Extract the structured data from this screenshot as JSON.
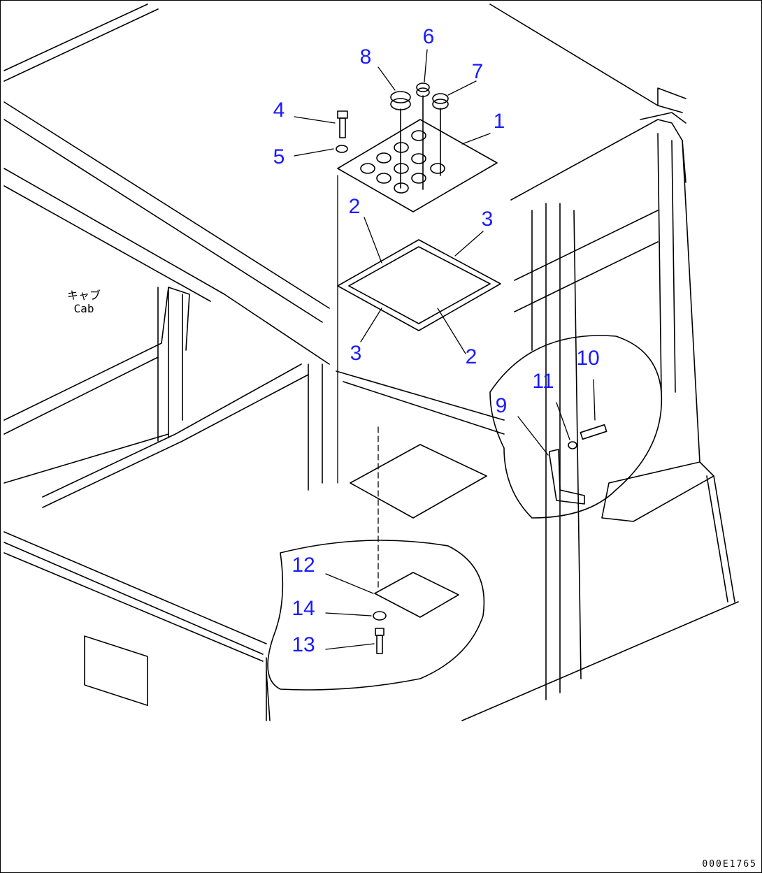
{
  "labels": {
    "cab_jp": "キャブ",
    "cab_en": "Cab"
  },
  "callouts": {
    "c1": "1",
    "c2a": "2",
    "c2b": "2",
    "c3a": "3",
    "c3b": "3",
    "c4": "4",
    "c5": "5",
    "c6": "6",
    "c7": "7",
    "c8": "8",
    "c9": "9",
    "c10": "10",
    "c11": "11",
    "c12": "12",
    "c13": "13",
    "c14": "14"
  },
  "document_code": "000E1765",
  "colors": {
    "callout": "#1a1aff",
    "line": "#000000"
  }
}
